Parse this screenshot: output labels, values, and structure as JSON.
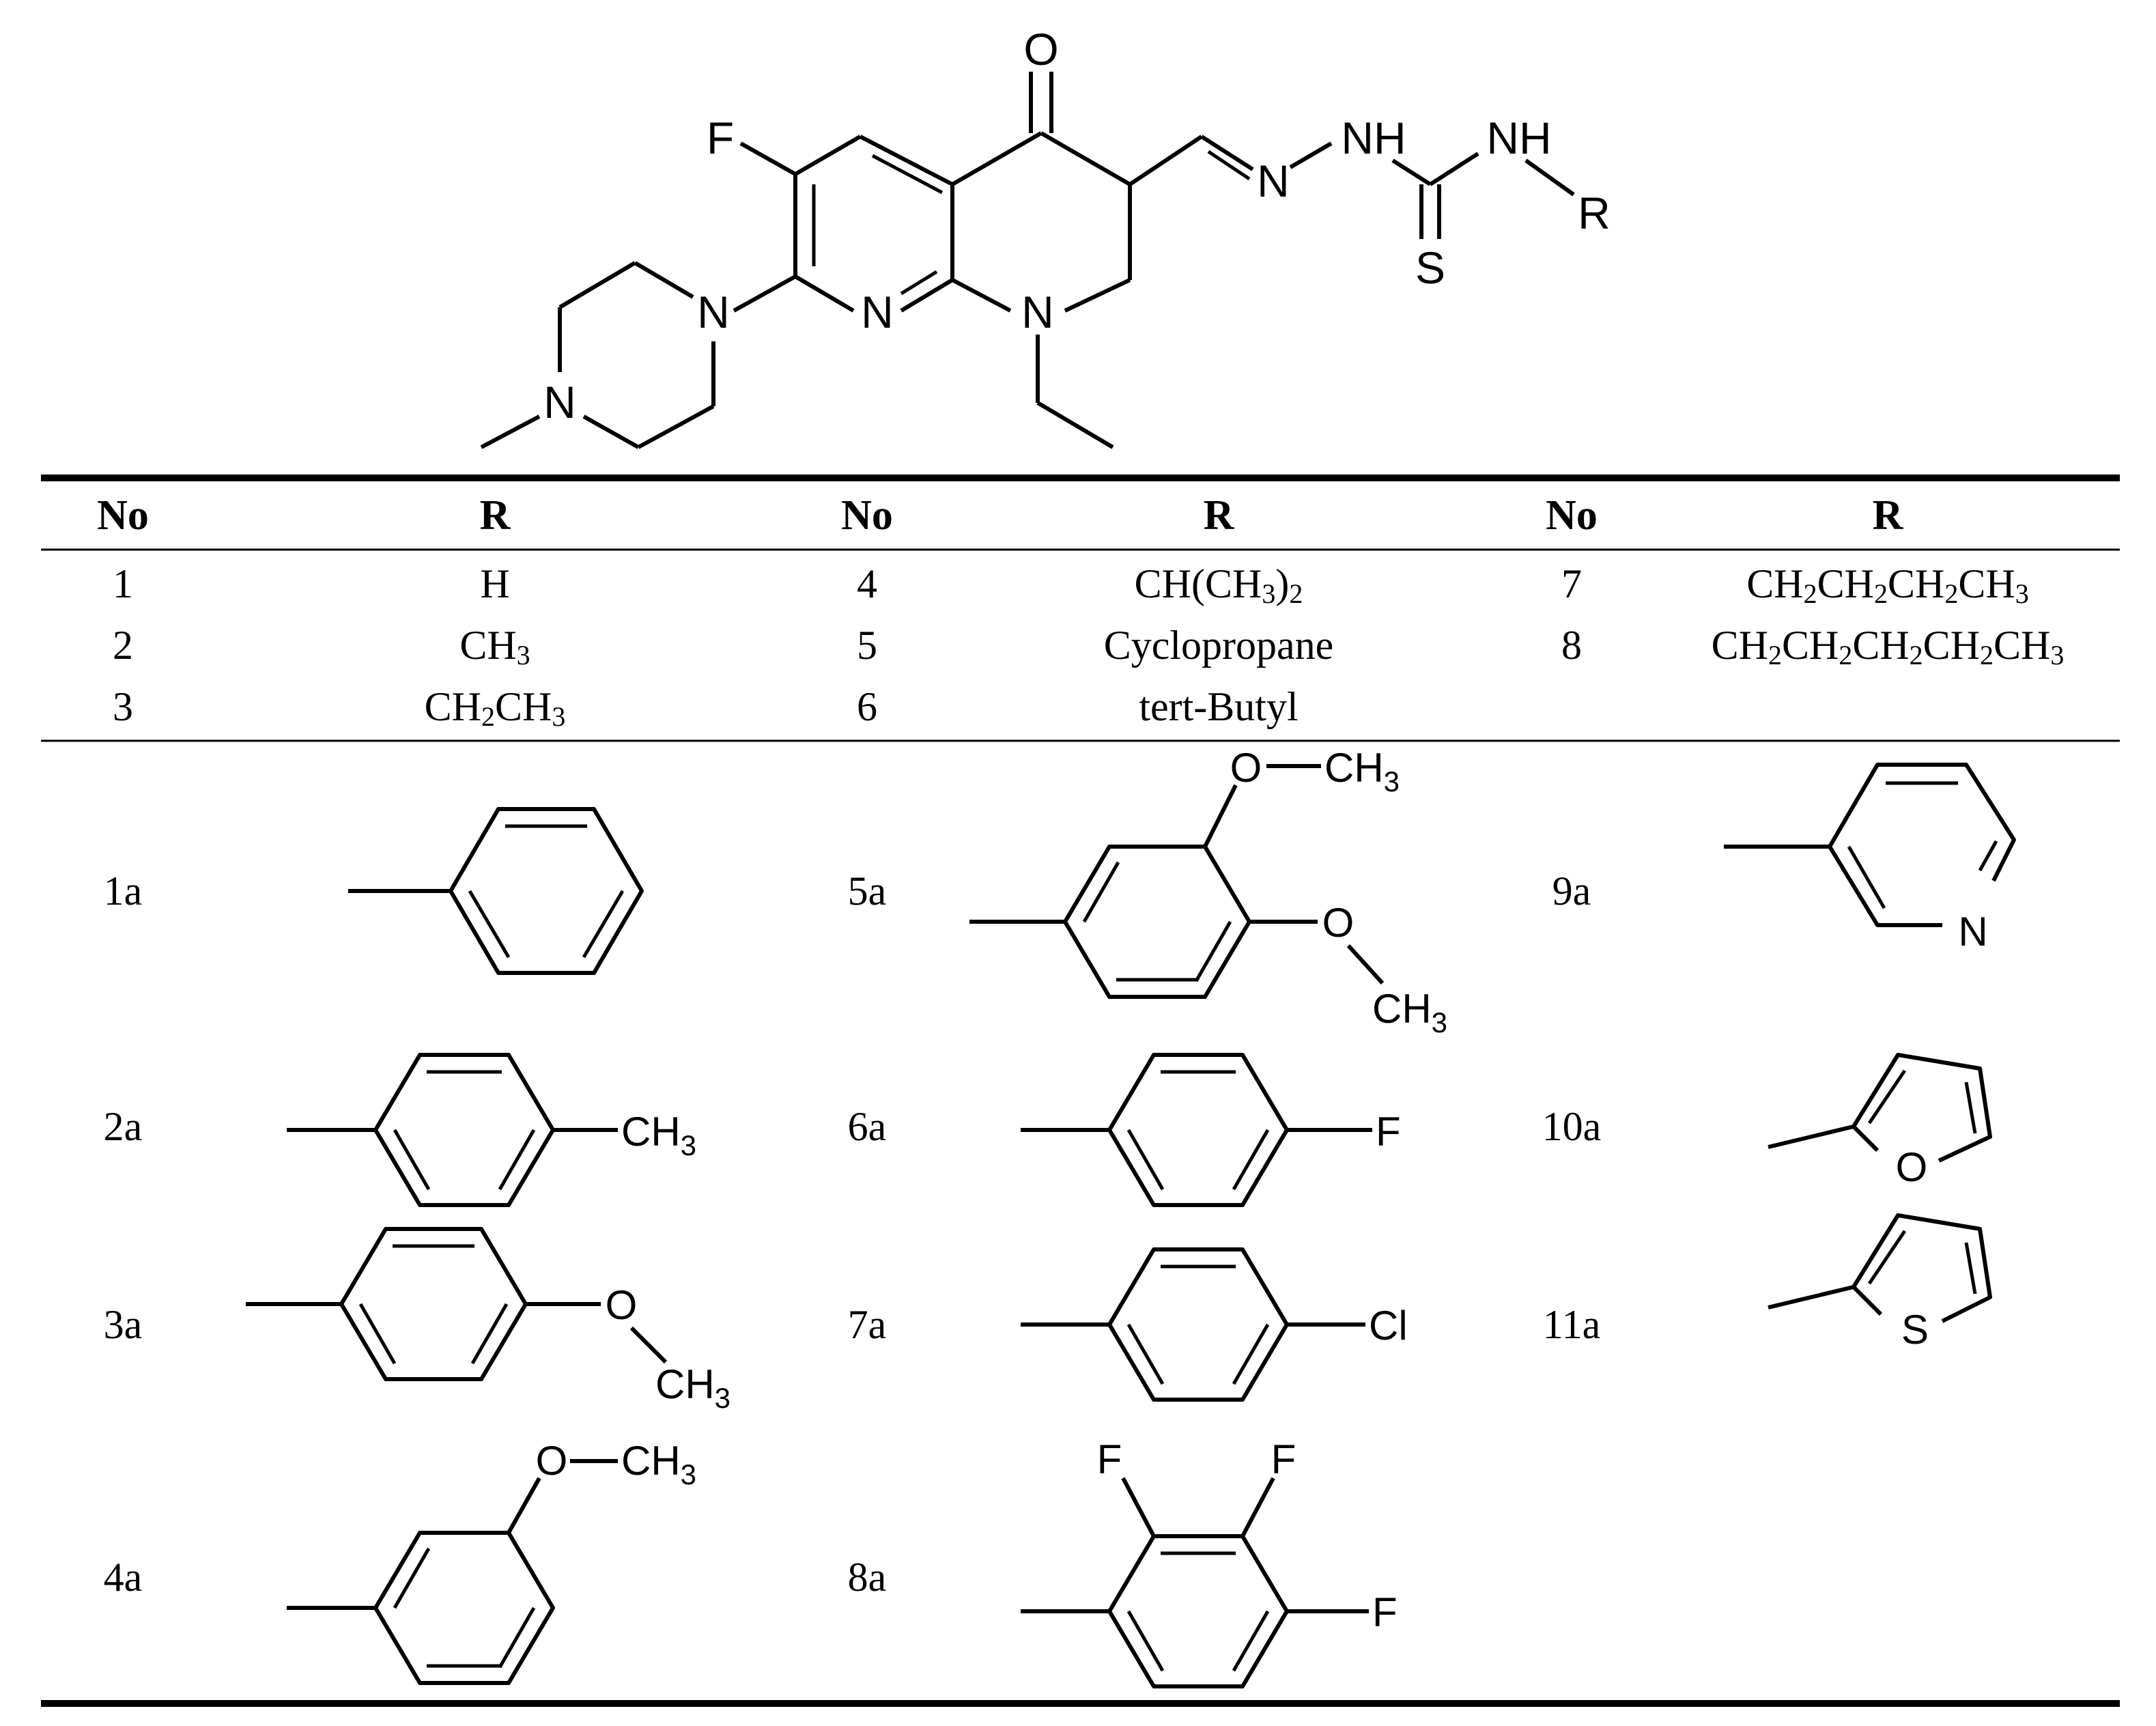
{
  "core_structure": {
    "atom_labels": {
      "oxygen": "O",
      "fluorine": "F",
      "imine_n": "N",
      "nh_1": "NH",
      "nh_2": "NH",
      "r_group": "R",
      "sulfur": "S",
      "ring_n": "N",
      "ring_n1": "N",
      "piperazine_n4": "N",
      "piperazine_n1": "N"
    }
  },
  "table": {
    "header": {
      "no_1": "No",
      "r_1": "R",
      "no_2": "No",
      "r_2": "R",
      "no_3": "No",
      "r_3": "R"
    },
    "alkyl_rows": [
      {
        "no_1": "1",
        "r_1": "H",
        "no_2": "4",
        "r_2": "CH(CH3)2",
        "no_3": "7",
        "r_3": "CH2CH2CH2CH3"
      },
      {
        "no_1": "2",
        "r_1": "CH3",
        "no_2": "5",
        "r_2": "Cyclopropane",
        "no_3": "8",
        "r_3": "CH2CH2CH2CH2CH3"
      },
      {
        "no_1": "3",
        "r_1": "CH2CH3",
        "no_2": "6",
        "r_2": "tert-Butyl",
        "no_3": "",
        "r_3": ""
      }
    ],
    "aryl_rows": [
      {
        "no_1": "1a",
        "no_2": "5a",
        "no_3": "9a"
      },
      {
        "no_1": "2a",
        "no_2": "6a",
        "no_3": "10a"
      },
      {
        "no_1": "3a",
        "no_2": "7a",
        "no_3": "11a"
      },
      {
        "no_1": "4a",
        "no_2": "8a",
        "no_3": ""
      }
    ],
    "aryl_labels": {
      "s2a_ch3": "CH3",
      "s3a_o": "O",
      "s3a_ch3": "CH3",
      "s4a_o": "O",
      "s4a_ch3": "CH3",
      "s5a_o1": "O",
      "s5a_ch3_1": "CH3",
      "s5a_o2": "O",
      "s5a_ch3_2": "CH3",
      "s6a_f": "F",
      "s7a_cl": "Cl",
      "s8a_f1": "F",
      "s8a_f2": "F",
      "s8a_f3": "F",
      "s9a_n": "N",
      "s10a_o": "O",
      "s11a_s": "S"
    }
  }
}
